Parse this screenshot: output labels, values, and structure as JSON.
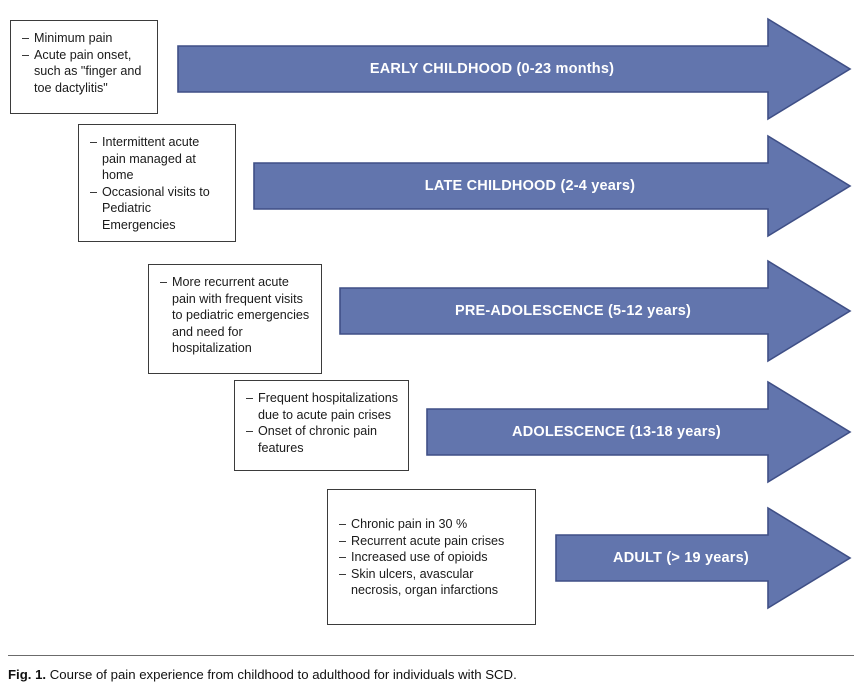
{
  "figure": {
    "caption_number": "Fig. 1.",
    "caption_text": "Course of pain experience from childhood to adulthood for individuals with SCD.",
    "accent_color": "#6275ad",
    "arrow_border_color": "#3f4f86",
    "box_border_color": "#3b3b3b",
    "text_color": "#1a1a1a"
  },
  "stages": [
    {
      "id": "early-childhood",
      "arrow_title": "EARLY CHILDHOOD",
      "arrow_range": "(0-23 months)",
      "bullets": [
        "Minimum pain",
        "Acute pain onset, such as \"finger and toe dactylitis\""
      ]
    },
    {
      "id": "late-childhood",
      "arrow_title": "LATE CHILDHOOD",
      "arrow_range": "(2-4 years)",
      "bullets": [
        "Intermittent acute pain managed at home",
        "Occasional visits to Pediatric Emergencies"
      ]
    },
    {
      "id": "pre-adolescence",
      "arrow_title": "PRE-ADOLESCENCE",
      "arrow_range": "(5-12 years)",
      "bullets": [
        "More recurrent acute pain with frequent visits to pediatric emergencies and need for hospitalization"
      ]
    },
    {
      "id": "adolescence",
      "arrow_title": "ADOLESCENCE",
      "arrow_range": "(13-18 years)",
      "bullets": [
        "Frequent hospitalizations due to acute pain crises",
        "Onset of chronic pain features"
      ]
    },
    {
      "id": "adult",
      "arrow_title": "ADULT",
      "arrow_range": "(> 19 years)",
      "bullets": [
        "Chronic pain in 30 %",
        "Recurrent acute pain crises",
        "Increased use of opioids",
        "Skin ulcers, avascular necrosis, organ infarctions"
      ]
    }
  ],
  "bullet_marker": "–"
}
